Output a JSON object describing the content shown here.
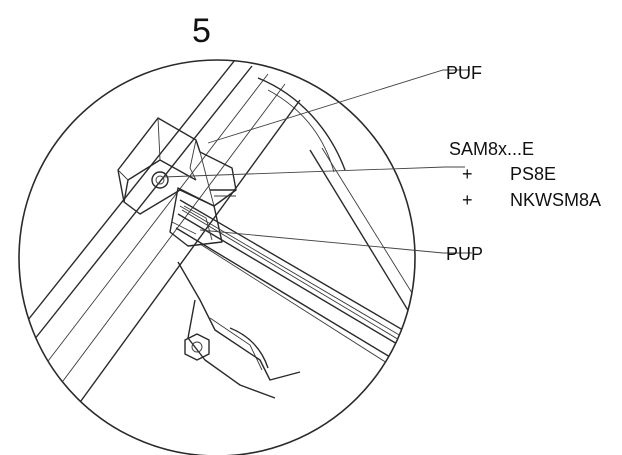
{
  "step_number": "5",
  "callouts": {
    "top_clamp": "PUF",
    "bolt_line1": "SAM8x...E",
    "bolt_plus1": "+",
    "bolt_line2": "PS8E",
    "bolt_plus2": "+",
    "bolt_line3": "NKWSM8A",
    "bottom_clamp": "PUP"
  }
}
